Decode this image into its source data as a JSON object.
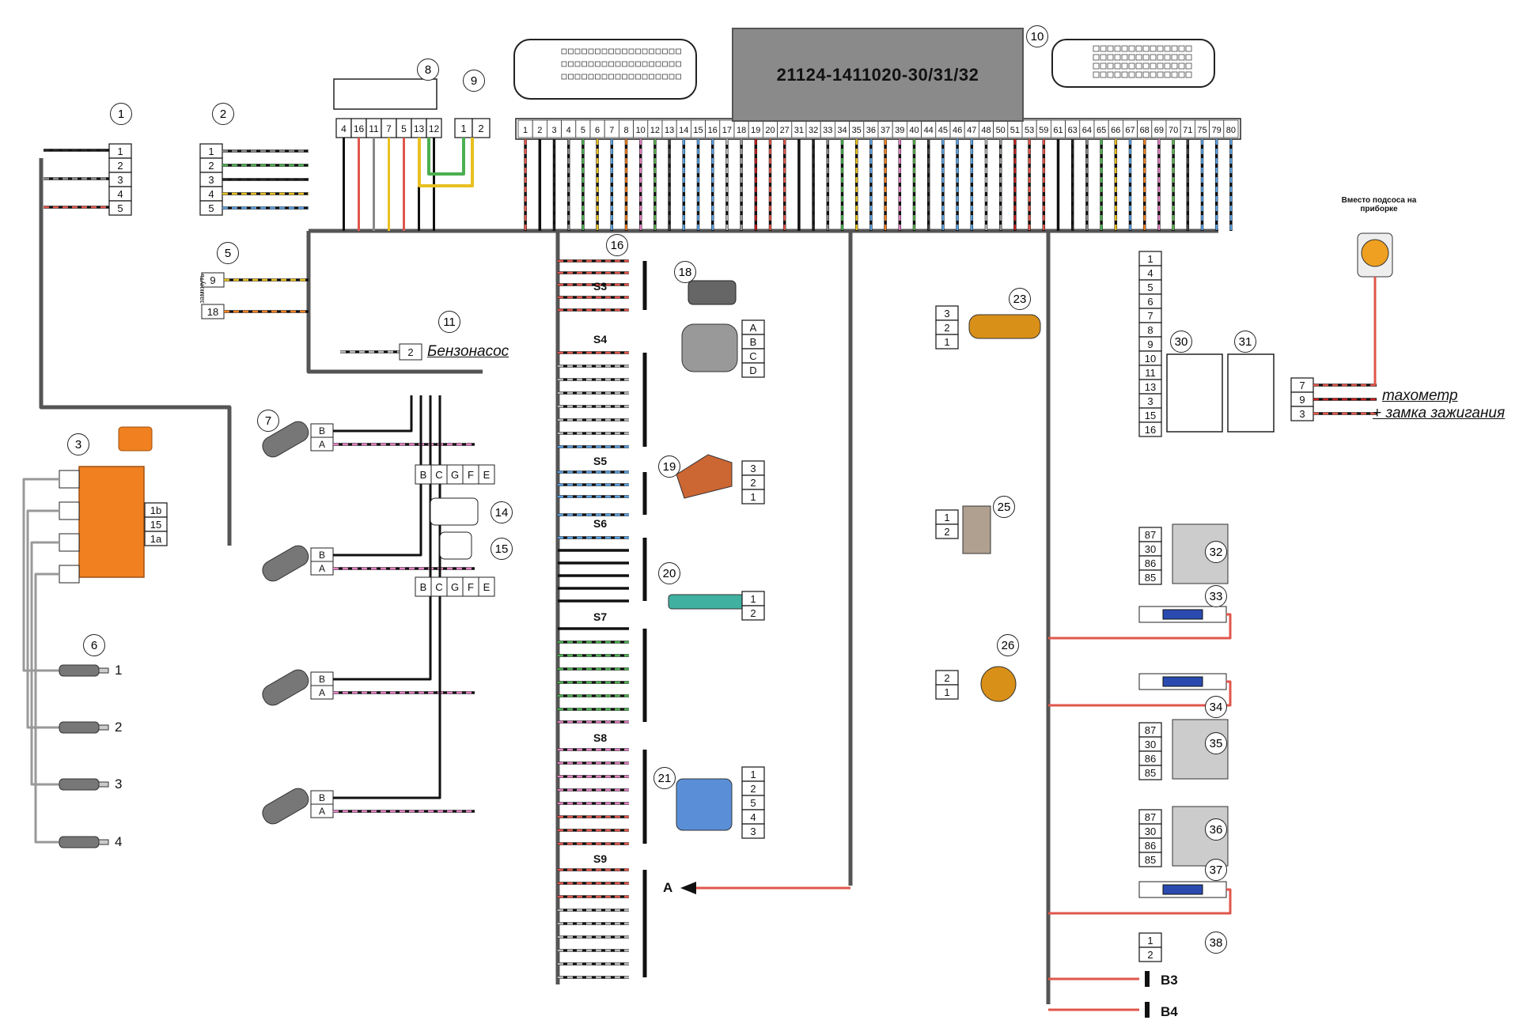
{
  "ecu": {
    "part_number": "21124-1411020-30/31/32"
  },
  "component_numbers": [
    "1",
    "2",
    "3",
    "5",
    "6",
    "7",
    "8",
    "9",
    "10",
    "11",
    "14",
    "15",
    "16",
    "18",
    "19",
    "20",
    "21",
    "23",
    "25",
    "26",
    "30",
    "31",
    "32",
    "33",
    "34",
    "35",
    "36",
    "37",
    "38"
  ],
  "labels": {
    "fuel_pump": "Бензонасос",
    "tachometer": "тахометр",
    "ignition_lock": "+ замка зажигания",
    "instead_of_choke": "Вместо подсоса на приборке",
    "short_circuit": "замкнуть",
    "ground_a": "A",
    "ground_b3": "B3",
    "ground_b4": "B4"
  },
  "ecu_pins": [
    "1",
    "2",
    "3",
    "4",
    "5",
    "6",
    "7",
    "8",
    "10",
    "12",
    "13",
    "14",
    "15",
    "16",
    "17",
    "18",
    "19",
    "20",
    "27",
    "31",
    "32",
    "33",
    "34",
    "35",
    "36",
    "37",
    "39",
    "40",
    "44",
    "45",
    "46",
    "47",
    "48",
    "50",
    "51",
    "53",
    "59",
    "61",
    "63",
    "64",
    "65",
    "66",
    "67",
    "68",
    "69",
    "70",
    "71",
    "75",
    "79",
    "80"
  ],
  "splice_groups": [
    "S3",
    "S4",
    "S5",
    "S6",
    "S7",
    "S8",
    "S9"
  ],
  "spark_plugs": [
    "1",
    "2",
    "3",
    "4"
  ],
  "relay_pins": [
    "87",
    "30",
    "86",
    "85"
  ],
  "connector_8_pins": [
    "4",
    "16",
    "11",
    "7",
    "5",
    "13",
    "12"
  ],
  "connector_9_pins": [
    "1",
    "2"
  ],
  "connector_1_pins": [
    "1",
    "2",
    "3",
    "4",
    "5"
  ],
  "connector_2_pins": [
    "1",
    "2",
    "3",
    "4",
    "5"
  ],
  "right_block_pins": [
    "1",
    "4",
    "5",
    "6",
    "7",
    "8",
    "9",
    "10",
    "11",
    "13",
    "3",
    "15",
    "16"
  ],
  "tacho_pins": [
    "7",
    "9",
    "3"
  ],
  "wire_codes": [
    "БЧ",
    "СЧ",
    "П",
    "ЗЧ",
    "ЖЧ",
    "Г",
    "ОГ",
    "Ч",
    "РЧ",
    "ЧЗ",
    "ЧБ",
    "ЧГ",
    "ГБ",
    "ГО",
    "Б",
    "СБ",
    "КП",
    "ПЧ"
  ]
}
